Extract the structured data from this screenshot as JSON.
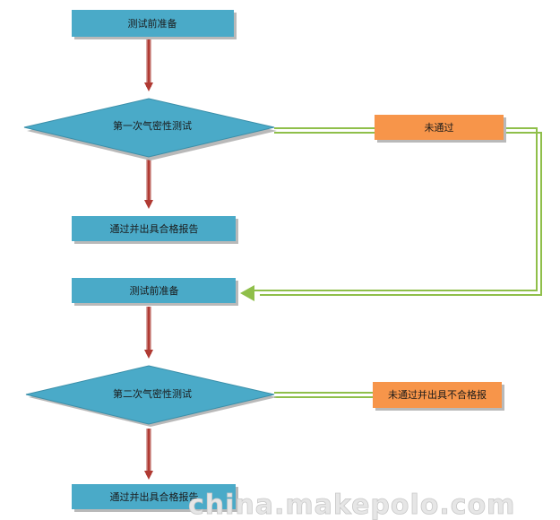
{
  "colors": {
    "teal": "#4aaac8",
    "teal_dark": "#3b8fa9",
    "orange": "#f7954a",
    "red_arrow": "#b03a33",
    "green_line": "#8fbf4a",
    "shadow": "#b9b9b9"
  },
  "nodes": {
    "prep_1": "测试前准备",
    "test_1": "第一次气密性测试",
    "pass_1": "通过并出具合格报告",
    "fail_1": "未通过",
    "prep_2": "测试前准备",
    "test_2": "第二次气密性测试",
    "fail_2": "未通过并出具不合格报",
    "pass_2": "通过并出具合格报告"
  },
  "watermark": "china.makepolo.com"
}
